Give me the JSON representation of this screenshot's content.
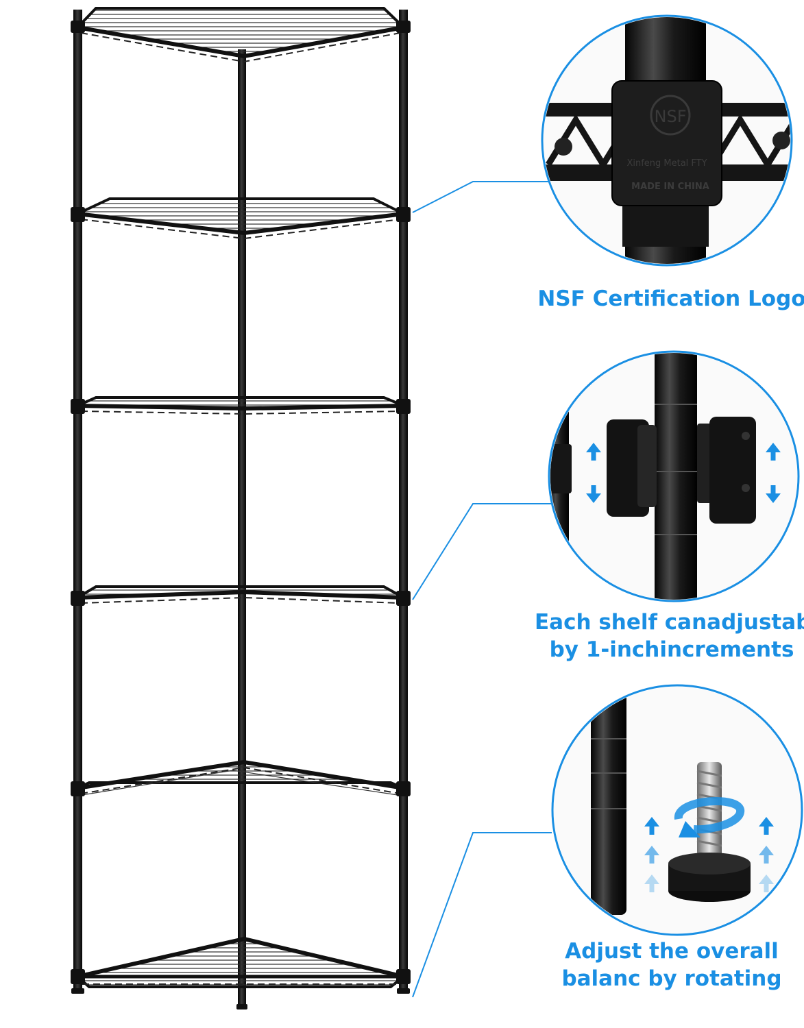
{
  "callouts": [
    {
      "lines": [
        "NSF Certification Logo"
      ],
      "stamp": [
        "Xinfeng Metal FTY",
        "MADE IN CHINA"
      ],
      "logo": "NSF"
    },
    {
      "lines": [
        "Each shelf canadjustable",
        "by 1-inchincrements"
      ]
    },
    {
      "lines": [
        "Adjust the overall",
        "balanc by rotating"
      ]
    }
  ],
  "colors": {
    "accent": "#1a8fe3",
    "frame": "#141414",
    "background": "#ffffff"
  },
  "icons": [
    "up-arrow-icon",
    "down-arrow-icon",
    "rotate-arrow-icon"
  ]
}
